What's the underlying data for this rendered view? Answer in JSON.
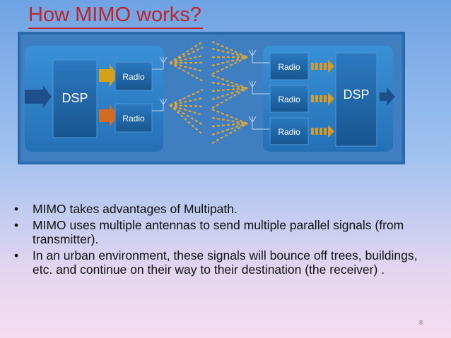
{
  "slide": {
    "title": "How MIMO works?",
    "page_number": "8"
  },
  "diagram": {
    "tx": {
      "dsp_label": "DSP",
      "radio_labels": [
        "Radio",
        "Radio"
      ]
    },
    "rx": {
      "dsp_label": "DSP",
      "radio_labels": [
        "Radio",
        "Radio",
        "Radio"
      ]
    },
    "colors": {
      "outer_bg": "#2a6aab",
      "panel": "#2d7fc6",
      "box": "#1b5f9d",
      "arrow_in": "#1d4f8b",
      "arrow_gold": "#d4a21d",
      "arrow_orange": "#d36a1f",
      "signal": "#e0a635"
    }
  },
  "bullets": [
    " MIMO takes advantages of Multipath.",
    "MIMO uses multiple antennas to send multiple parallel signals (from transmitter).",
    "In an urban environment, these signals will bounce off trees, buildings, etc. and continue on their way to their destination (the receiver) ."
  ]
}
